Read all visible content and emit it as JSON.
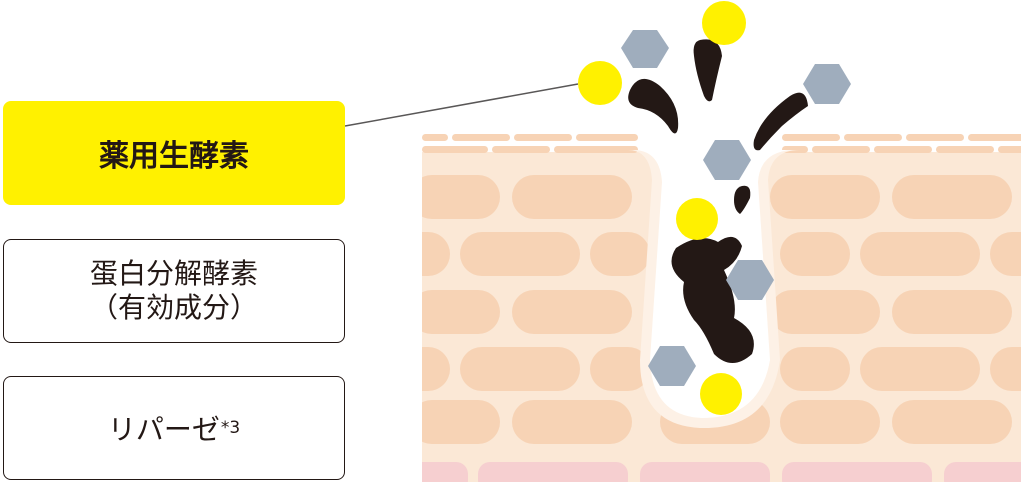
{
  "labels": {
    "medicinal_enzyme": "薬用生酵素",
    "protease_line1": "蛋白分解酵素",
    "protease_line2": "（有効成分）",
    "lipase": "リパーゼ",
    "lipase_note": "*3"
  },
  "colors": {
    "highlight_yellow": "#fff100",
    "enzyme_ball": "#fff100",
    "debris_hexagon": "#9fadbd",
    "sebum_plug": "#231815",
    "skin_cell": "#f7d3b5",
    "skin_background": "#fbe8d6",
    "deep_layer": "#f6cfd0",
    "pore_interior": "#ffffff"
  },
  "icons": [
    "enzyme-ball-icon",
    "debris-hexagon-icon",
    "sebum-droplet-icon"
  ]
}
